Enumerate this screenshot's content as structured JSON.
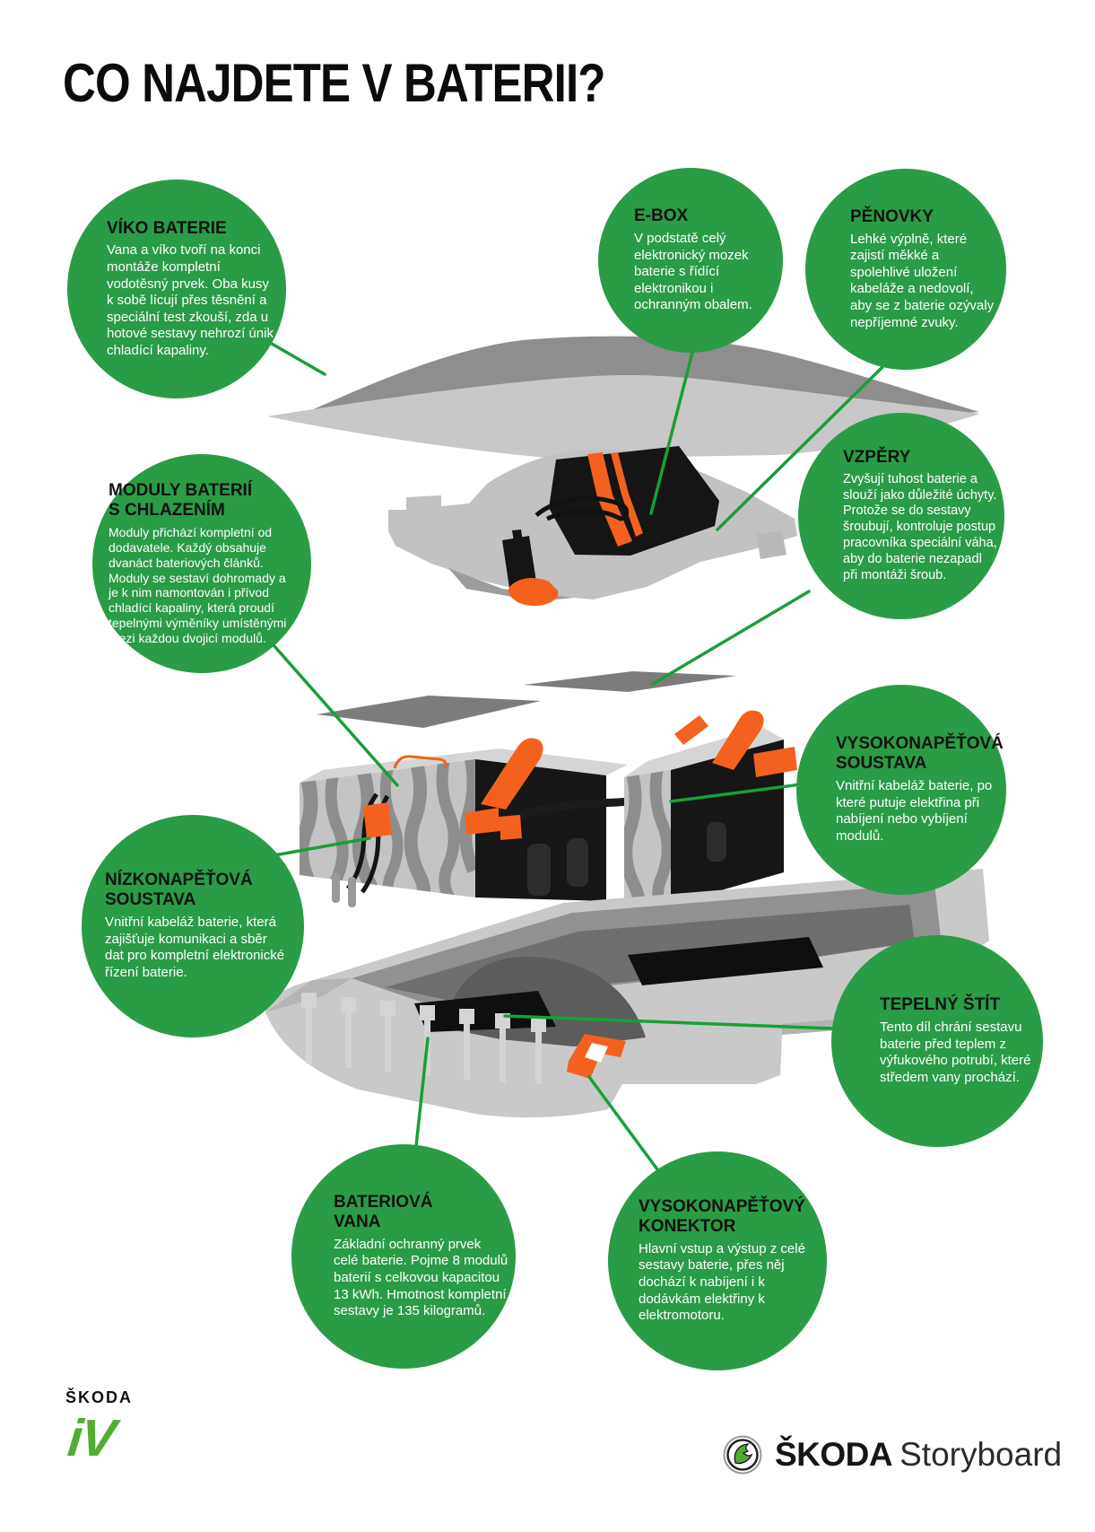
{
  "title": "CO NAJDETE V BATERII?",
  "callouts": [
    {
      "id": "viko-baterie",
      "title": "VÍKO BATERIE",
      "body": "Vana a víko tvoří na konci montáže kompletní vodotěsný prvek. Oba kusy k sobě lícují přes těsnění a speciální test zkouší, zda u hotové sestavy nehrozí únik chladící kapaliny."
    },
    {
      "id": "e-box",
      "title": "E-BOX",
      "body": "V podstatě celý elektronický mozek baterie s řídící elektronikou i ochranným obalem."
    },
    {
      "id": "penovky",
      "title": "PĚNOVKY",
      "body": "Lehké výplně, které zajistí měkké a spolehlivé uložení kabeláže a nedovolí, aby se z baterie ozývaly nepříjemné zvuky."
    },
    {
      "id": "moduly-baterii-s-chlazenim",
      "title": "MODULY BATERIÍ\nS CHLAZENÍM",
      "body": "Moduly přichází kompletní od dodavatele. Každý obsahuje dvanáct bateriových článků. Moduly se sestaví dohromady a je k nim namontován i přívod chladící kapaliny, která proudí tepelnými výměníky umístěnými mezi každou dvojicí modulů."
    },
    {
      "id": "vzpery",
      "title": "VZPĚRY",
      "body": "Zvyšují tuhost baterie a slouží jako důležité úchyty. Protože se do sestavy šroubují, kontroluje postup pracovníka speciální váha, aby do baterie nezapadl při montáži šroub."
    },
    {
      "id": "vysokonapetova-soustava",
      "title": "VYSOKONAPĚŤOVÁ\nSOUSTAVA",
      "body": "Vnitřní kabeláž baterie, po které putuje elektřina při nabíjení nebo vybíjení modulů."
    },
    {
      "id": "nizkonapetova-soustava",
      "title": "NÍZKONAPĚŤOVÁ\nSOUSTAVA",
      "body": "Vnitřní kabeláž baterie, která zajišťuje komunikaci a sběr dat pro kompletní elektronické řízení baterie."
    },
    {
      "id": "tepelny-stit",
      "title": "TEPELNÝ ŠTÍT",
      "body": "Tento díl chrání sestavu baterie před teplem z výfukového potrubí, které středem vany prochází."
    },
    {
      "id": "bateriova-vana",
      "title": "BATERIOVÁ\nVANA",
      "body": "Základní ochranný prvek celé baterie. Pojme 8 modulů baterií s celkovou kapacitou 13 kWh. Hmotnost kompletní sestavy je 135 kilogramů."
    },
    {
      "id": "vysokonapetovy-konektor",
      "title": "VYSOKONAPĚŤOVÝ\nKONEKTOR",
      "body": "Hlavní vstup a výstup z celé sestavy baterie, přes něj dochází k nabíjení i k dodávkám elektřiny k elektromotoru."
    }
  ],
  "footer": {
    "brand_left_name": "ŠKODA",
    "brand_left_sub": "iV",
    "brand_right_name": "ŠKODA",
    "brand_right_suffix": "Storyboard"
  },
  "colors": {
    "callout_green": "#2a9c45",
    "line_green": "#17a038",
    "accent_orange": "#f4611e",
    "iv_green": "#52ae32"
  }
}
